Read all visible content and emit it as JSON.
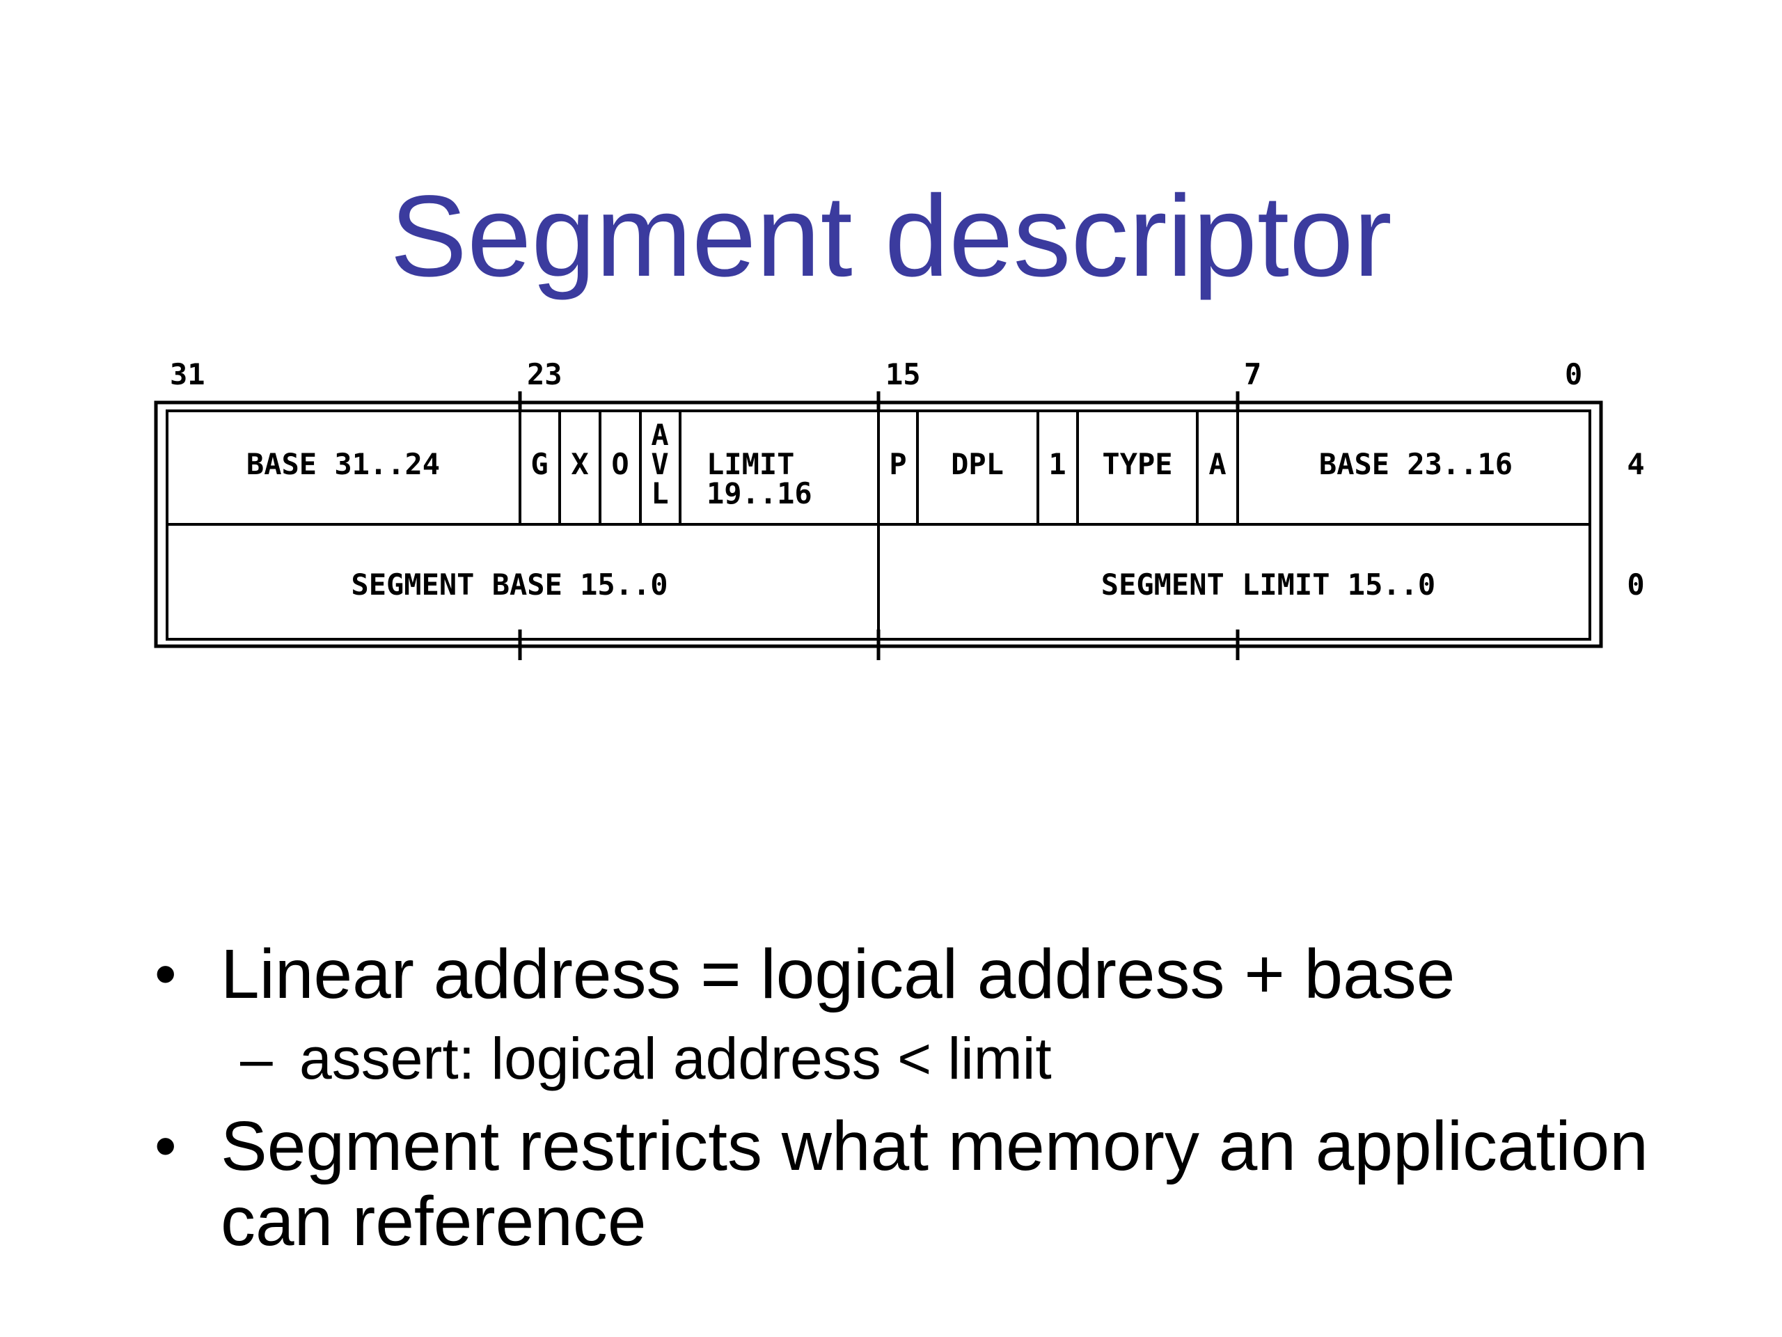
{
  "title": "Segment descriptor",
  "diagram": {
    "bit_labels": [
      "31",
      "23",
      "15",
      "7",
      "0"
    ],
    "row_labels": [
      "4",
      "0"
    ],
    "upper_fields": {
      "base_high": "BASE 31..24",
      "g": "G",
      "x": "X",
      "zero": "O",
      "avl": [
        "A",
        "V",
        "L"
      ],
      "limit": [
        "LIMIT",
        "19..16"
      ],
      "p": "P",
      "dpl": "DPL",
      "one": "1",
      "type": "TYPE",
      "a": "A",
      "base_mid": "BASE 23..16"
    },
    "lower_fields": {
      "segment_base": "SEGMENT BASE 15..0",
      "segment_limit": "SEGMENT LIMIT 15..0"
    }
  },
  "bullets": [
    {
      "marker": "•",
      "text": "Linear address = logical address + base"
    },
    {
      "marker": "–",
      "text": "assert: logical address < limit"
    },
    {
      "marker": "•",
      "text": "Segment restricts what memory an application",
      "text_line2": "can reference"
    }
  ]
}
